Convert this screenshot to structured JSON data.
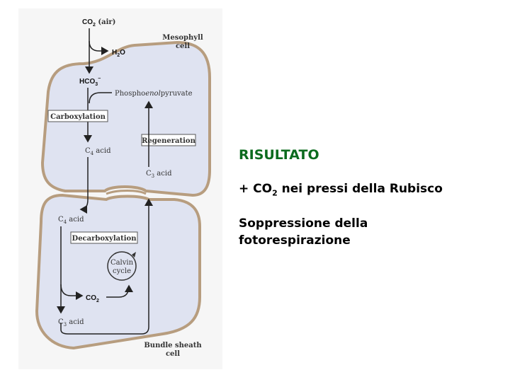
{
  "diagram": {
    "co2_air": {
      "main": "CO",
      "sub": "2",
      "tail": " (air)"
    },
    "h2o": {
      "main": "H",
      "sub": "2",
      "tail": "O"
    },
    "hco3": {
      "main": "HCO",
      "sub": "3",
      "sup": "−"
    },
    "pep": {
      "pre": "Phospho",
      "mid": "enol",
      "post": "pyruvate"
    },
    "mesophyll": [
      "Mesophyll",
      "cell"
    ],
    "carboxylation": "Carboxylation",
    "regeneration": "Regeneration",
    "c4_acid_top": {
      "main": "C",
      "sub": "4",
      "tail": " acid"
    },
    "c3_acid_right": {
      "main": "C",
      "sub": "3",
      "tail": " acid"
    },
    "c4_acid_bottom": {
      "main": "C",
      "sub": "4",
      "tail": " acid"
    },
    "decarboxylation": "Decarboxylation",
    "calvin": [
      "Calvin",
      "cycle"
    ],
    "co2_inner": {
      "main": "CO",
      "sub": "2"
    },
    "c3_acid_bottom": {
      "main": "C",
      "sub": "3",
      "tail": " acid"
    },
    "bundle_sheath": [
      "Bundle sheath",
      "cell"
    ]
  },
  "text": {
    "title": "RISULTATO",
    "line1_prefix": "+ CO",
    "line1_sub": "2",
    "line1_suffix": " nei pressi della Rubisco",
    "line2": "Soppressione della fotorespirazione"
  },
  "colors": {
    "cell_fill": "#dfe3f1",
    "cell_stroke": "#b79d7f",
    "title": "#0b6b1e"
  }
}
